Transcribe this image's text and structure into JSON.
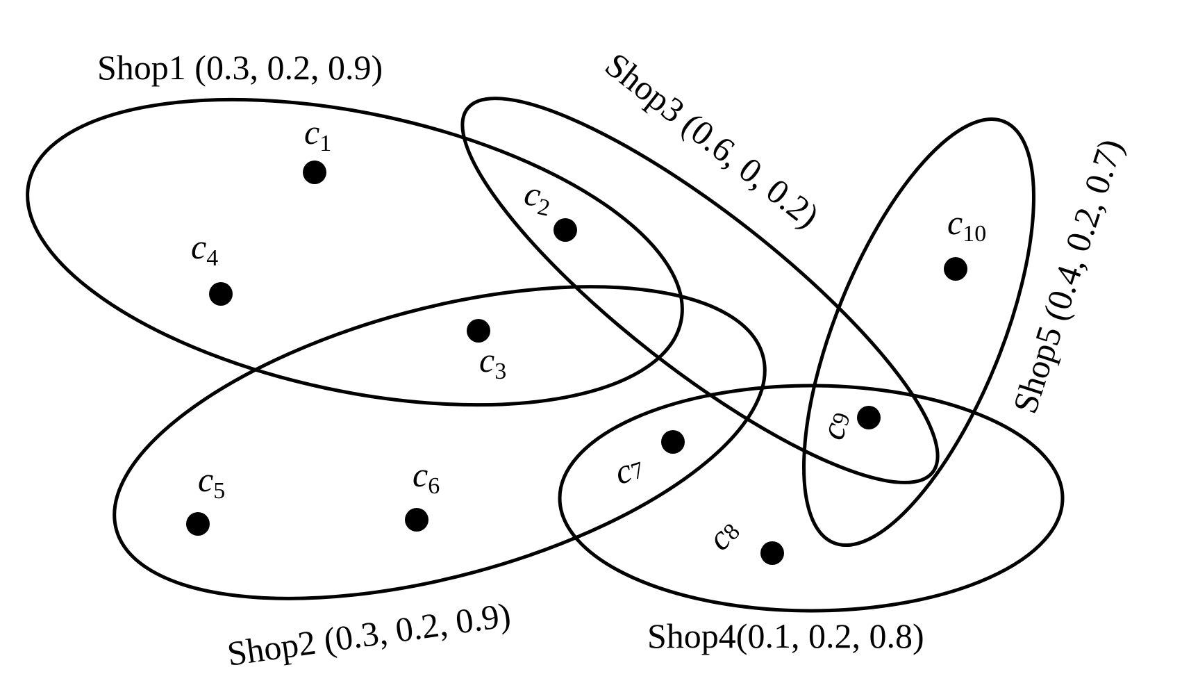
{
  "diagram": {
    "type": "hypergraph",
    "shops": [
      {
        "name": "Shop1",
        "values": "(0.3, 0.2, 0.9)",
        "label": "Shop1 (0.3, 0.2, 0.9)",
        "members": [
          "c1",
          "c2",
          "c3",
          "c4"
        ]
      },
      {
        "name": "Shop2",
        "values": "(0.3, 0.2, 0.9)",
        "label": "Shop2 (0.3, 0.2, 0.9)",
        "members": [
          "c3",
          "c5",
          "c6",
          "c7"
        ]
      },
      {
        "name": "Shop3",
        "values": "(0.6, 0, 0.2)",
        "label": "Shop3 (0.6, 0, 0.2)",
        "members": [
          "c2",
          "c7",
          "c9"
        ]
      },
      {
        "name": "Shop4",
        "values": "(0.1, 0.2, 0.8)",
        "label": "Shop4(0.1, 0.2, 0.8)",
        "members": [
          "c7",
          "c8",
          "c9"
        ]
      },
      {
        "name": "Shop5",
        "values": "(0.4, 0.2, 0.7)",
        "label": "Shop5 (0.4, 0.2, 0.7)",
        "members": [
          "c9",
          "c10"
        ]
      }
    ],
    "customers": [
      {
        "id": "c1",
        "base": "c",
        "sub": "1"
      },
      {
        "id": "c2",
        "base": "c",
        "sub": "2"
      },
      {
        "id": "c3",
        "base": "c",
        "sub": "3"
      },
      {
        "id": "c4",
        "base": "c",
        "sub": "4"
      },
      {
        "id": "c5",
        "base": "c",
        "sub": "5"
      },
      {
        "id": "c6",
        "base": "c",
        "sub": "6"
      },
      {
        "id": "c7",
        "base": "c",
        "sub": "7"
      },
      {
        "id": "c8",
        "base": "c",
        "sub": "8"
      },
      {
        "id": "c9",
        "base": "c",
        "sub": "9"
      },
      {
        "id": "c10",
        "base": "c",
        "sub": "10"
      }
    ],
    "colors": {
      "stroke": "#000000",
      "background": "#ffffff"
    }
  }
}
